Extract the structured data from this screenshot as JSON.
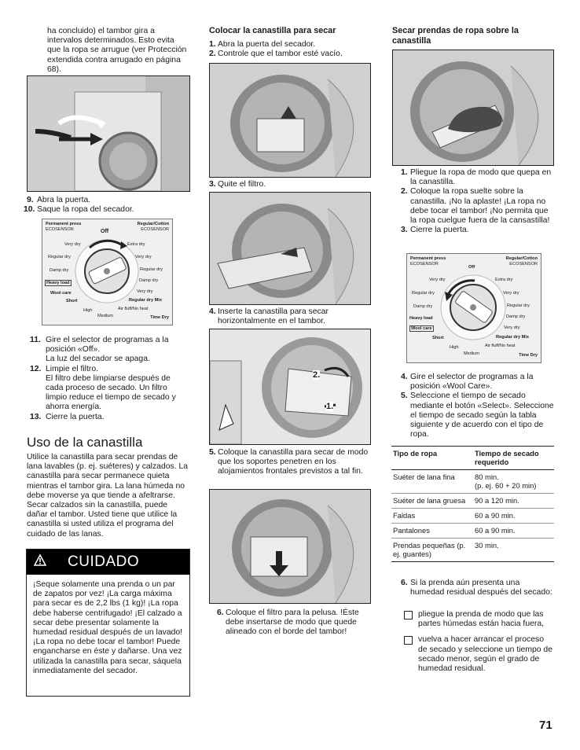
{
  "col1": {
    "intro": "ha concluido) el tambor gira a intervalos determinados. Esto evita que la ropa se arrugue (ver Protección extendida contra arrugado en página 68).",
    "steps_a": [
      {
        "num": "9.",
        "text": "Abra la puerta."
      },
      {
        "num": "10.",
        "text": "Saque la ropa del secador."
      }
    ],
    "dial": {
      "top_left": "Permanent press",
      "top_left_sub": "ECOSENSOR",
      "top_right": "Regular/Cotton",
      "top_right_sub": "ECOSENSOR",
      "off": "Off",
      "left": [
        "Very dry",
        "Regular dry",
        "Damp dry",
        "Heavy load",
        "Wool care",
        "Short"
      ],
      "right": [
        "Extra dry",
        "Very dry",
        "Regular dry",
        "Damp dry",
        "Very dry",
        "Regular dry Mix",
        "Air fluff/No heat",
        "Time Dry"
      ],
      "bottom": [
        "High",
        "Medium"
      ]
    },
    "steps_b": [
      {
        "num": "11.",
        "text": "Gire el selector de programas a la posición «Off».",
        "extra": "La luz del secador se apaga."
      },
      {
        "num": "12.",
        "text": "Limpie el filtro.",
        "extra": "El filtro debe limpiarse después de cada proceso de secado. Un filtro limpio reduce el tiempo de secado y ahorra energía."
      },
      {
        "num": "13.",
        "text": "Cierre la puerta.",
        "extra": ""
      }
    ],
    "section_title": "Uso de la canastilla",
    "section_text": "Utilice la canastilla para secar prendas de lana lavables (p. ej. suéteres) y calzados. La canastilla para secar permanece quieta mientras el tambor gira. La lana húmeda no debe moverse ya que tiende a afeltrarse. Secar calzados sin la canastilla, puede dañar el tambor.  Usted tiene que utilice la canastilla si usted utiliza el programa del cuidado de las lanas.",
    "caution_title": "CUIDADO",
    "caution_text": "¡Seque solamente una prenda o un par de zapatos por vez! ¡La carga máxima para secar es de 2,2 lbs (1 kg)! ¡La ropa debe haberse centrifugado! ¡El calzado a secar debe presentar solamente la humedad residual después de un lavado! ¡La ropa no debe tocar el tambor! Puede engancharse en éste y dañarse. Una vez utilizada la canastilla para secar, sáquela inmediatamente del secador."
  },
  "col2": {
    "title": "Colocar la canastilla para secar",
    "steps": [
      {
        "num": "1.",
        "text": "Abra la puerta del secador."
      },
      {
        "num": "2.",
        "text": "Controle que el tambor esté vacío."
      },
      {
        "num": "3.",
        "text": "Quite el filtro."
      },
      {
        "num": "4.",
        "text": "Inserte la canastilla para secar horizontalmente en el tambor."
      },
      {
        "num": "5.",
        "text": "Coloque la canastilla para secar de modo que los soportes penetren en los alojamientos frontales previstos a tal fin."
      },
      {
        "num": "6.",
        "text": "Coloque el filtro para la pelusa. !Éste debe insertarse de modo que quede alineado con el borde del tambor!"
      }
    ],
    "callouts": [
      "2.",
      "1."
    ]
  },
  "col3": {
    "title": "Secar prendas de ropa sobre la canastilla",
    "steps": [
      {
        "num": "1.",
        "text": "Pliegue la ropa de modo que quepa en la canastilla."
      },
      {
        "num": "2.",
        "text": "Coloque la ropa suelte sobre la canastilla. ¡No la aplaste! ¡La ropa no debe tocar el tambor! ¡No permita que la ropa cuelgue fuera de la cansastilla!"
      },
      {
        "num": "3.",
        "text": "Cierre la puerta."
      }
    ],
    "dial": {
      "top_left": "Permanent press",
      "top_left_sub": "ECOSENSOR",
      "top_right": "Regular/Cotton",
      "top_right_sub": "ECOSENSOR",
      "off": "Off",
      "left": [
        "Very dry",
        "Regular dry",
        "Damp dry",
        "Heavy load",
        "Wool care",
        "Short"
      ],
      "right": [
        "Extra dry",
        "Very dry",
        "Regular dry",
        "Damp dry",
        "Very dry",
        "Regular dry Mix",
        "Air fluff/No heat",
        "Time Dry"
      ],
      "bottom": [
        "High",
        "Medium"
      ]
    },
    "steps2": [
      {
        "num": "4.",
        "text": "Gire el selector de programas a la posición «Wool Care»."
      },
      {
        "num": "5.",
        "text": "Seleccione el tiempo de secado mediante el botón «Select». Seleccione el tiempo de secado según la tabla siguiente y de acuerdo con el tipo de ropa."
      }
    ],
    "table": {
      "headers": [
        "Tipo de ropa",
        "Tiempo de secado requerido"
      ],
      "rows": [
        [
          "Suéter de lana fina",
          "80 min.",
          "(p. ej. 60 + 20 min)"
        ],
        [
          "Suéter de lana gruesa",
          "90 a 120 min.",
          ""
        ],
        [
          "Faldas",
          "60 a 90 min.",
          ""
        ],
        [
          "Pantalones",
          "60 a 90 min.",
          ""
        ],
        [
          "Prendas pequeñas (p. ej. guantes)",
          "30 min.",
          ""
        ]
      ]
    },
    "step6": {
      "num": "6.",
      "text": "Si la prenda aún presenta una humedad residual después del secado:"
    },
    "bullets": [
      "pliegue la prenda de modo que las partes húmedas están hacia fuera,",
      "vuelva a hacer arrancar el proceso de secado y seleccione un tiempo de secado menor, según el grado de humedad residual."
    ]
  },
  "page_number": "71"
}
